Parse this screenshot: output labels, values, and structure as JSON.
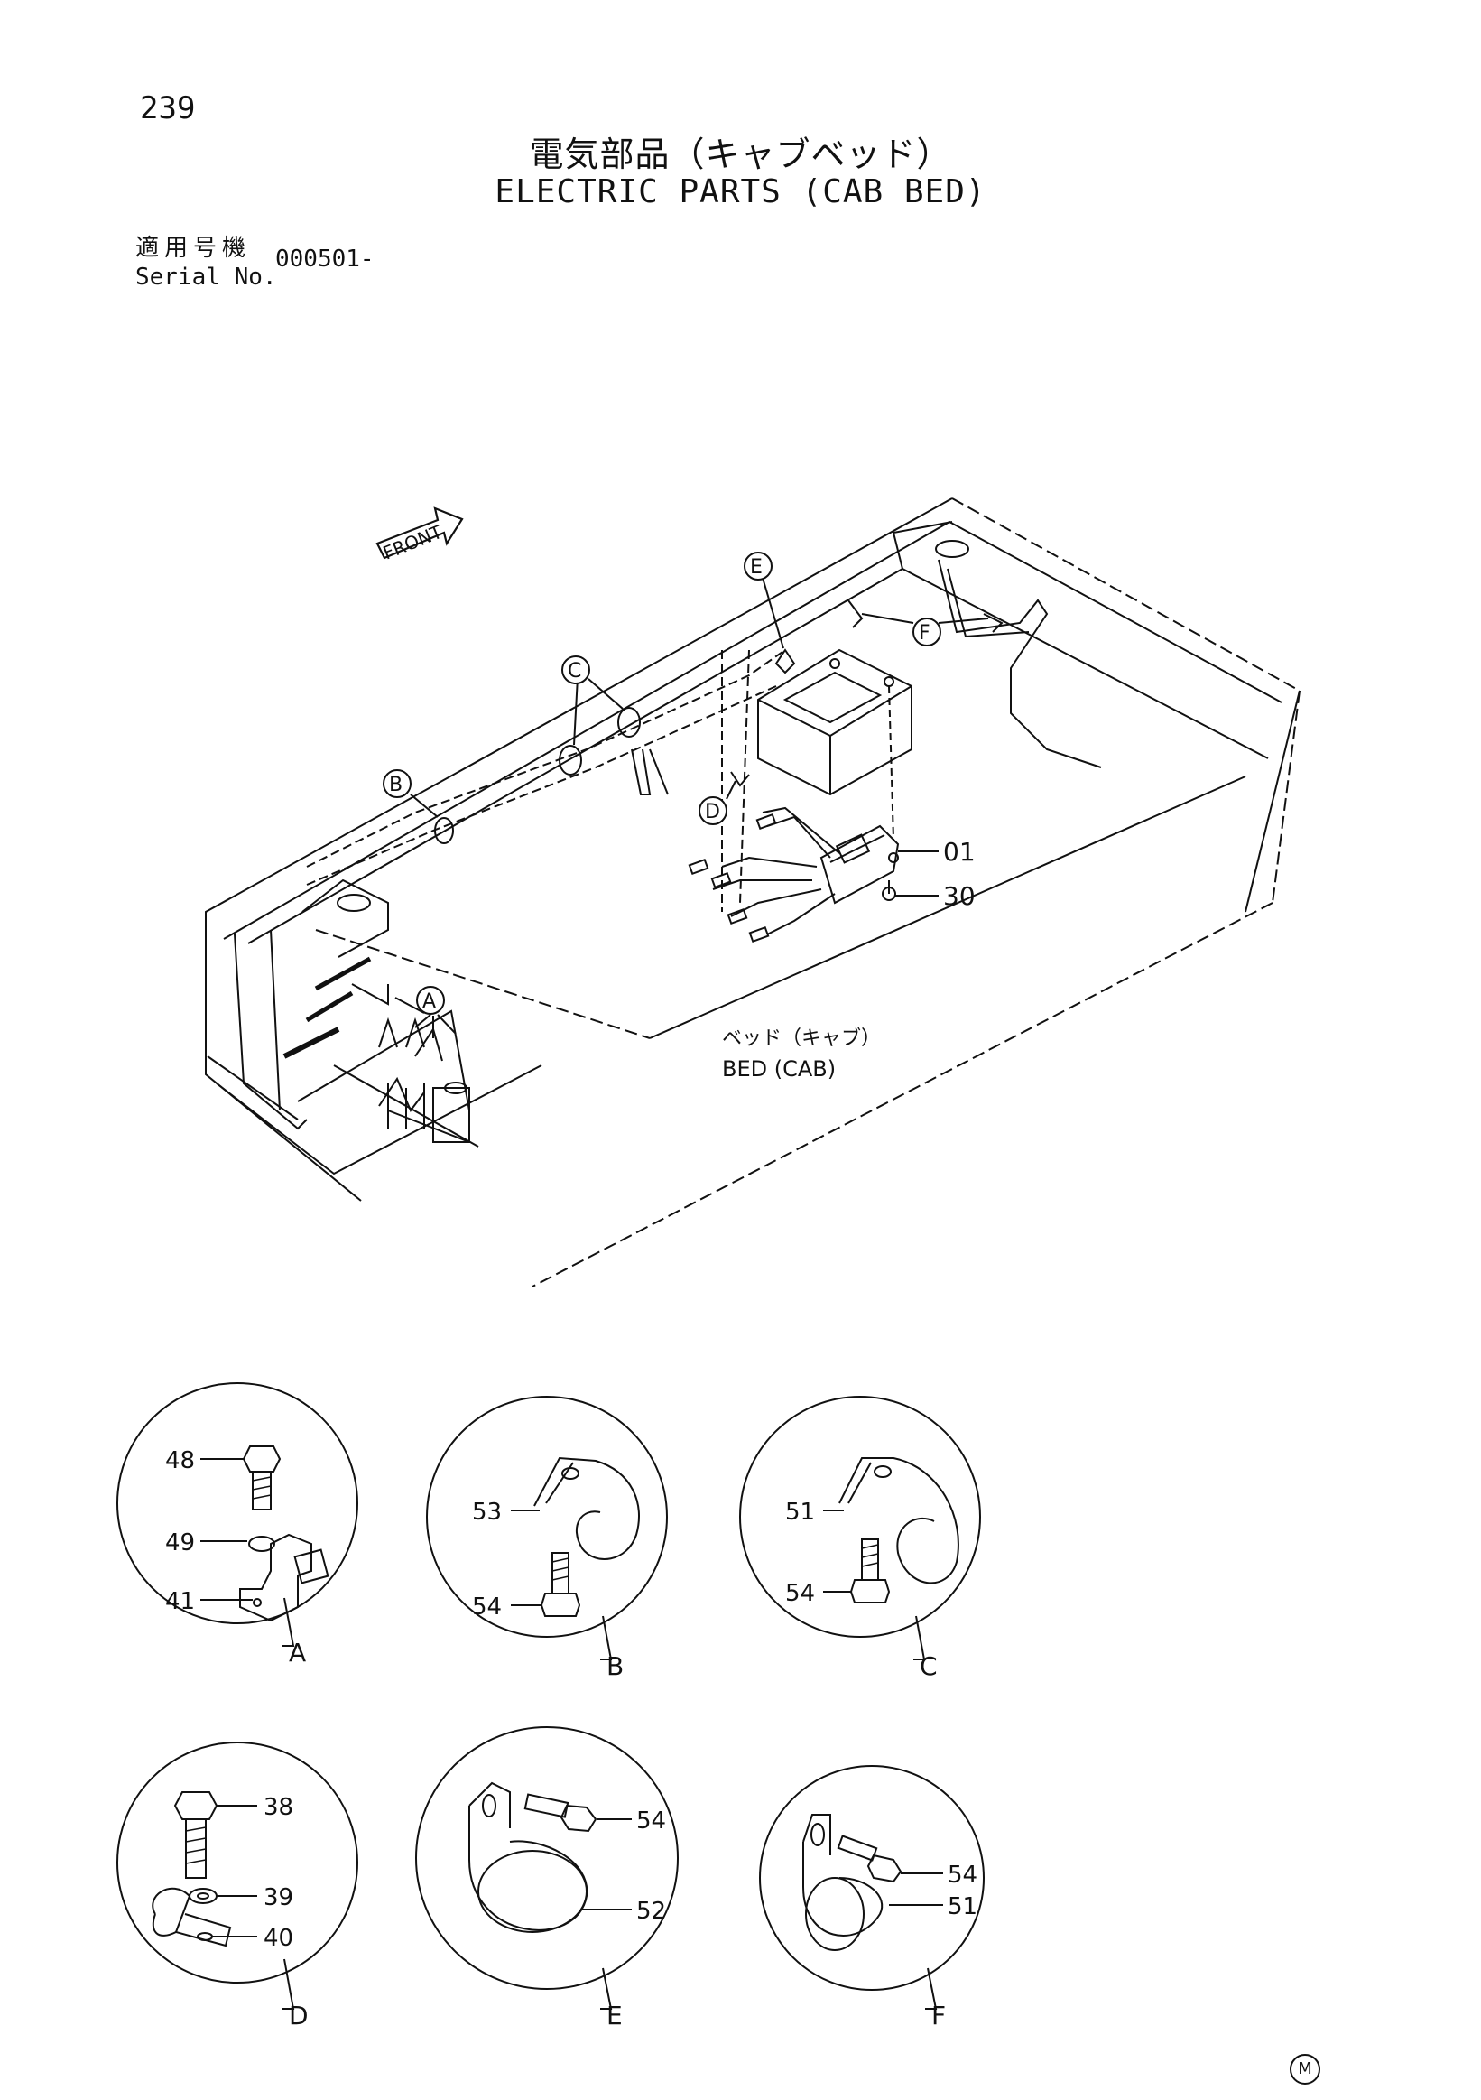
{
  "page_number": "239",
  "title_jp": "電気部品（キャブベッド）",
  "title_en": "ELECTRIC PARTS (CAB BED)",
  "serial": {
    "label_jp": "適用号機",
    "label_en": "Serial No.",
    "value": "000501-"
  },
  "main": {
    "front_label": "FRONT",
    "bed_label_jp": "ベッド（キャブ）",
    "bed_label_en": "BED (CAB)",
    "callouts": {
      "a": "A",
      "b": "B",
      "c": "C",
      "d": "D",
      "e": "E",
      "f": "F"
    },
    "parts": {
      "p01": "01",
      "p30": "30"
    }
  },
  "details": {
    "a": {
      "label": "A",
      "parts": [
        "48",
        "49",
        "41"
      ]
    },
    "b": {
      "label": "B",
      "parts": [
        "53",
        "54"
      ]
    },
    "c": {
      "label": "C",
      "parts": [
        "51",
        "54"
      ]
    },
    "d": {
      "label": "D",
      "parts": [
        "38",
        "39",
        "40"
      ]
    },
    "e": {
      "label": "E",
      "parts": [
        "54",
        "52"
      ]
    },
    "f": {
      "label": "F",
      "parts": [
        "54",
        "51"
      ]
    }
  },
  "footer_mark": "M"
}
